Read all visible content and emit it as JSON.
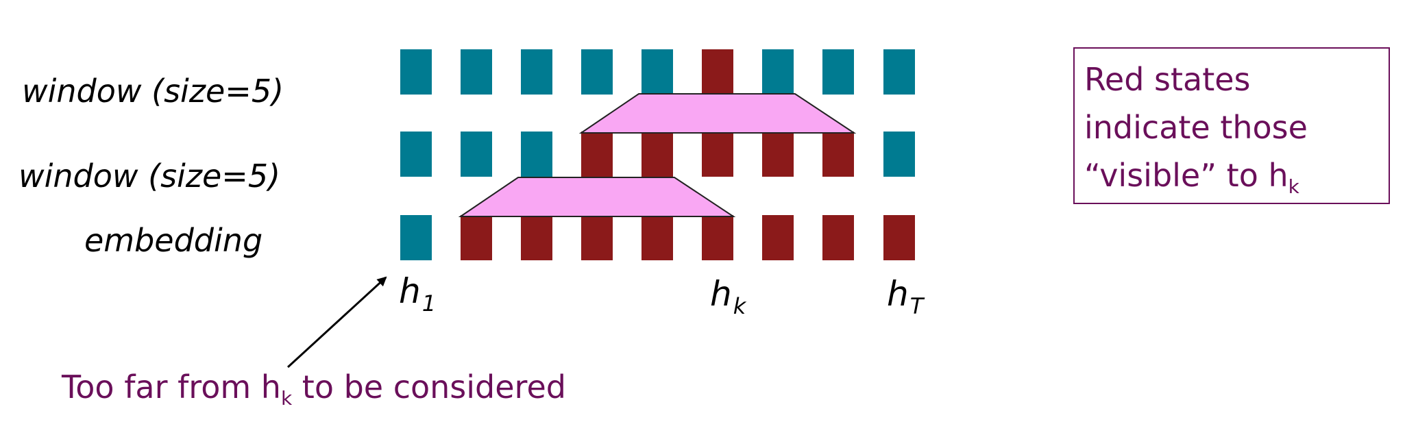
{
  "rows": [
    {
      "label": "window (size=5)",
      "states": [
        "teal",
        "teal",
        "teal",
        "teal",
        "teal",
        "red",
        "teal",
        "teal",
        "teal"
      ]
    },
    {
      "label": "window (size=5)",
      "states": [
        "teal",
        "teal",
        "teal",
        "red",
        "red",
        "red",
        "red",
        "red",
        "teal"
      ]
    },
    {
      "label": "embedding",
      "states": [
        "teal",
        "red",
        "red",
        "red",
        "red",
        "red",
        "red",
        "red",
        "red"
      ]
    }
  ],
  "colors": {
    "teal": "#007b91",
    "red": "#8b1a1a",
    "window": "#f9a7f3",
    "text_accent": "#6a0f5a"
  },
  "window_spans": [
    {
      "covers_row": 1,
      "from_index": 3,
      "to_index": 7
    },
    {
      "covers_row": 2,
      "from_index": 1,
      "to_index": 5
    }
  ],
  "state_labels": {
    "h1": {
      "base": "h",
      "sub": "1"
    },
    "hk": {
      "base": "h",
      "sub": "k"
    },
    "hT": {
      "base": "h",
      "sub": "T"
    }
  },
  "note": {
    "line1": "Red states",
    "line2": "indicate those",
    "line3_text": "“visible” to h",
    "line3_sub": "k"
  },
  "caption": {
    "before": "Too far from h",
    "sub": "k",
    "after": " to be considered"
  }
}
